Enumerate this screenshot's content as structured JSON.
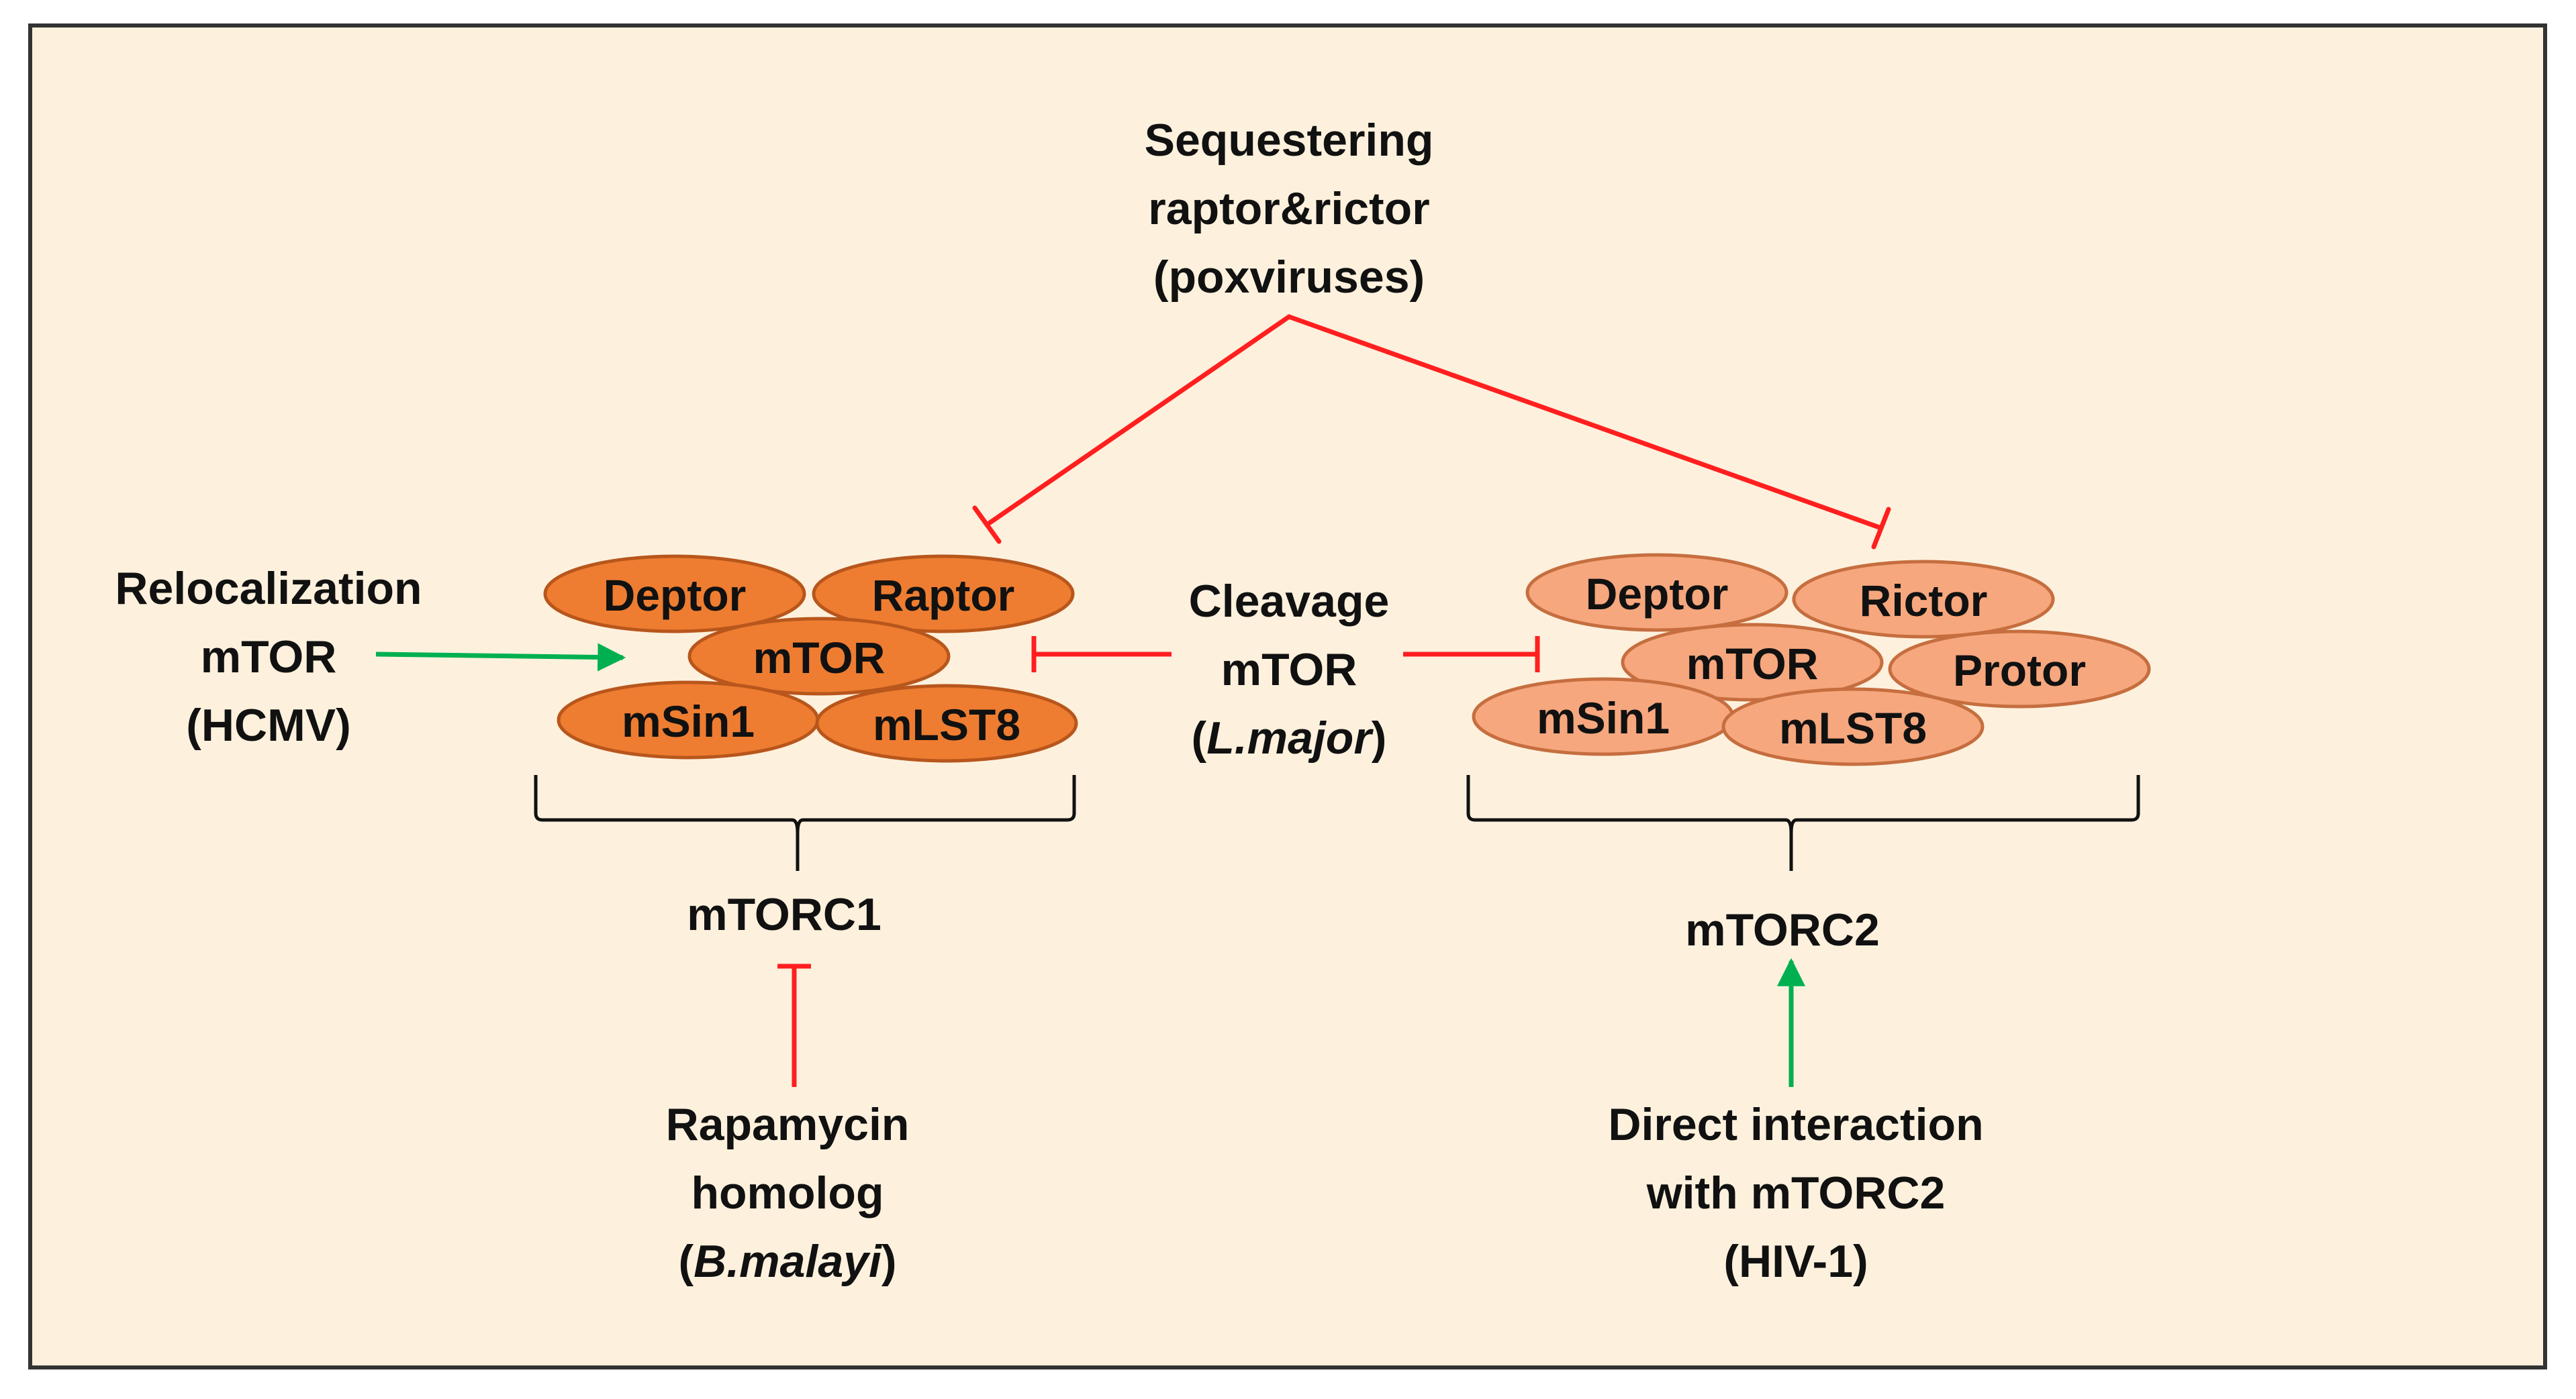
{
  "colors": {
    "background": "#fdf1dd",
    "border": "#333333",
    "mtorc1_fill": "#ee7d31",
    "mtorc1_stroke": "#b8561c",
    "mtorc2_fill": "#f6a77e",
    "mtorc2_stroke": "#c66e3f",
    "inhibit": "#ff1f1f",
    "activate": "#00b050",
    "text": "#111111"
  },
  "sequestering": {
    "line1": "Sequestering",
    "line2": "raptor&rictor",
    "line3": "(poxviruses)"
  },
  "relocalization": {
    "line1": "Relocalization",
    "line2": "mTOR",
    "line3": "(HCMV)"
  },
  "cleavage": {
    "line1": "Cleavage",
    "line2": "mTOR",
    "line3_open": "(",
    "line3_species": "L.major",
    "line3_close": ")"
  },
  "rapamycin": {
    "line1": "Rapamycin",
    "line2": "homolog",
    "line3_open": "(",
    "line3_species": "B.malayi",
    "line3_close": ")"
  },
  "direct": {
    "line1": "Direct interaction",
    "line2": "with mTORC2",
    "line3": "(HIV-1)"
  },
  "mtorc1": {
    "label": "mTORC1",
    "proteins": {
      "deptor": "Deptor",
      "raptor": "Raptor",
      "mtor": "mTOR",
      "msin1": "mSin1",
      "mlst8": "mLST8"
    }
  },
  "mtorc2": {
    "label": "mTORC2",
    "proteins": {
      "deptor": "Deptor",
      "rictor": "Rictor",
      "mtor": "mTOR",
      "protor": "Protor",
      "msin1": "mSin1",
      "mlst8": "mLST8"
    }
  },
  "arrow_icons": {
    "inhibit": "t-bar-inhibition-icon",
    "activate": "arrowhead-activation-icon"
  }
}
